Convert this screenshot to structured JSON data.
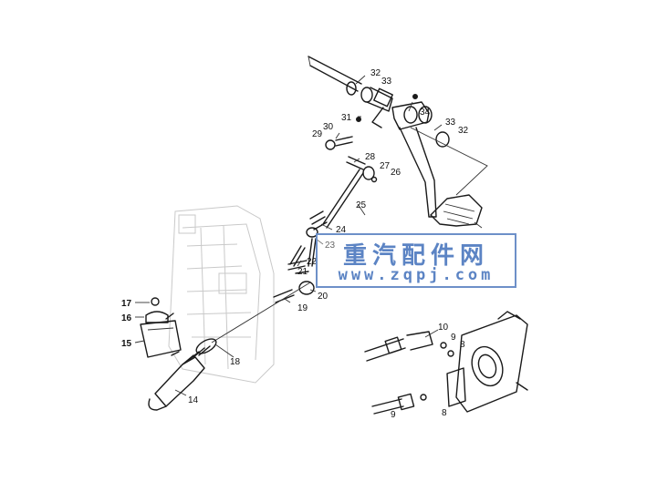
{
  "diagram": {
    "labels": [
      "32",
      "33",
      "34",
      "31",
      "33",
      "32",
      "29",
      "30",
      "28",
      "27",
      "26",
      "25",
      "24",
      "23",
      "22",
      "21",
      "20",
      "19",
      "17",
      "16",
      "15",
      "18",
      "14",
      "10",
      "9",
      "8",
      "9",
      "8"
    ]
  },
  "watermark": {
    "title": "重汽配件网",
    "url": "www.zqpj.com"
  },
  "colors": {
    "line": "#1a1a1a",
    "watermark": "#5c84c4"
  }
}
